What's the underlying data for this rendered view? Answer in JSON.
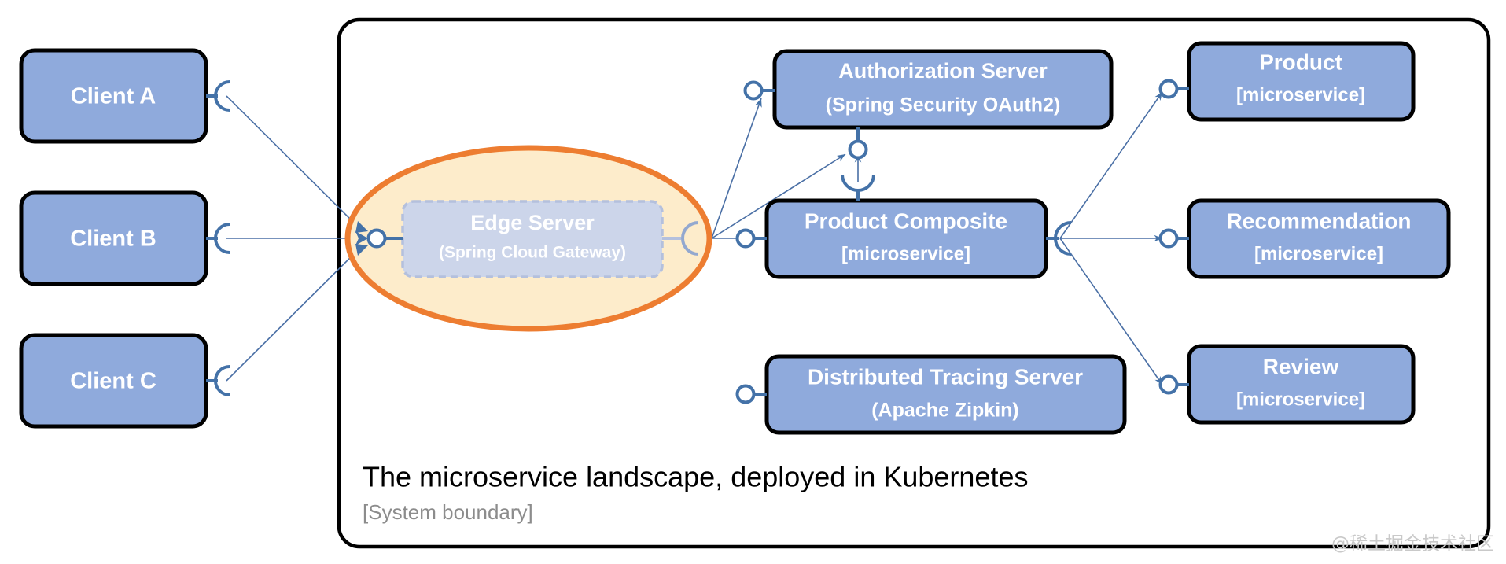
{
  "diagram": {
    "type": "architecture-diagram",
    "title": "The microservice landscape, deployed in Kubernetes",
    "subtitle": "[System boundary]",
    "watermark": "@稀土掘金技术社区",
    "colors": {
      "node_fill": "#8faadc",
      "node_border": "#000000",
      "node_text": "#ffffff",
      "ellipse_fill": "#fdeccb",
      "ellipse_border": "#ed7d31",
      "edge_server_fill": "#ccd5ea",
      "edge_server_border": "#b4c0dd",
      "connector": "#4472a8",
      "link_line": "#4a6fa5",
      "boundary_border": "#000000",
      "background": "#ffffff",
      "subtitle_text": "#8c8c8c",
      "watermark_text": "#c9c9c9"
    },
    "clients": [
      {
        "id": "client-a",
        "label": "Client A"
      },
      {
        "id": "client-b",
        "label": "Client B"
      },
      {
        "id": "client-c",
        "label": "Client C"
      }
    ],
    "edge_server": {
      "id": "edge-server",
      "label": "Edge Server",
      "sublabel": "(Spring Cloud Gateway)"
    },
    "services": [
      {
        "id": "authorization-server",
        "label": "Authorization Server",
        "sublabel": "(Spring Security OAuth2)"
      },
      {
        "id": "product-composite",
        "label": "Product Composite",
        "sublabel": "[microservice]"
      },
      {
        "id": "distributed-tracing-server",
        "label": "Distributed Tracing Server",
        "sublabel": "(Apache Zipkin)"
      },
      {
        "id": "product",
        "label": "Product",
        "sublabel": "[microservice]"
      },
      {
        "id": "recommendation",
        "label": "Recommendation",
        "sublabel": "[microservice]"
      },
      {
        "id": "review",
        "label": "Review",
        "sublabel": "[microservice]"
      }
    ]
  }
}
